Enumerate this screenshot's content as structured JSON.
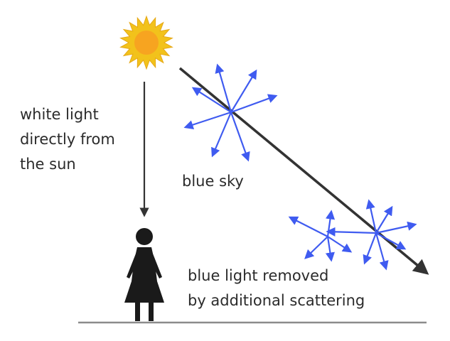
{
  "labels": {
    "white_light": [
      "white light",
      "directly from",
      "the sun"
    ],
    "blue_sky": "blue sky",
    "blue_light_removed": [
      "blue light removed",
      "by additional scattering"
    ]
  },
  "colors": {
    "sun_fill": "#F2C21B",
    "sun_center": "#F7A420",
    "ray_arrow": "#333333",
    "scatter_arrow": "#3F5BF0",
    "person": "#1a1a1a",
    "ground": "#8c8c8c",
    "text": "#2b2b2b"
  },
  "icons": {
    "sun": "sun-icon",
    "person": "person-icon"
  }
}
